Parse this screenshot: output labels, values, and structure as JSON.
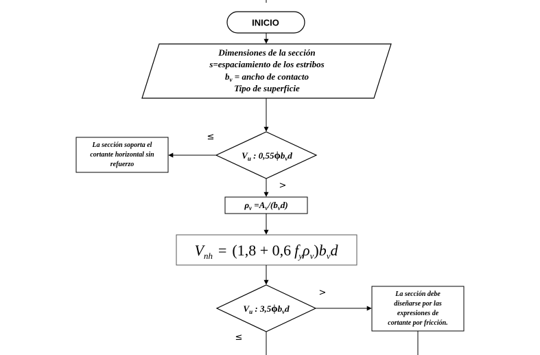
{
  "start": {
    "label": "INICIO"
  },
  "input": {
    "line1": "Dimensiones de la sección",
    "line2": "s=espaciamiento de los estribos",
    "line3_sym": "b",
    "line3_sub": "v",
    "line3_rest": " = ancho de contacto",
    "line4": "Tipo de superficie"
  },
  "decision1": {
    "v": "V",
    "v_sub": "u",
    "mid": " : 0,55",
    "phi": "ϕ",
    "b": "b",
    "b_sub": "v",
    "d": "d",
    "label_le": "≤",
    "label_gt": ">"
  },
  "result1": {
    "line1": "La sección soporta el",
    "line2": "cortante horizontal sin",
    "line3": "refuerzo"
  },
  "rho_box": {
    "rho": "ρ",
    "rho_sub": "v",
    "eq": "  =A",
    "a_sub": "v",
    "mid": "/(b",
    "b_sub": "v",
    "end": "d)"
  },
  "vnh_box": {
    "v": "V",
    "v_sub": "nh",
    "eq": "=",
    "open": "(1,8 + 0,6",
    "f": "f",
    "f_sub": "y",
    "rho": "ρ",
    "rho_sub": "v",
    "close": ")",
    "b": "b",
    "b_sub": "v",
    "d": "d"
  },
  "decision2": {
    "v": "V",
    "v_sub": "u",
    "mid": " : 3,5",
    "phi": "ϕ",
    "b": "b",
    "b_sub": "v",
    "d": "d",
    "label_gt": ">",
    "label_le": "≤"
  },
  "result2": {
    "line1": "La sección debe",
    "line2": "diseñarse por las",
    "line3": "expresiones de",
    "line4": "cortante por fricción."
  }
}
